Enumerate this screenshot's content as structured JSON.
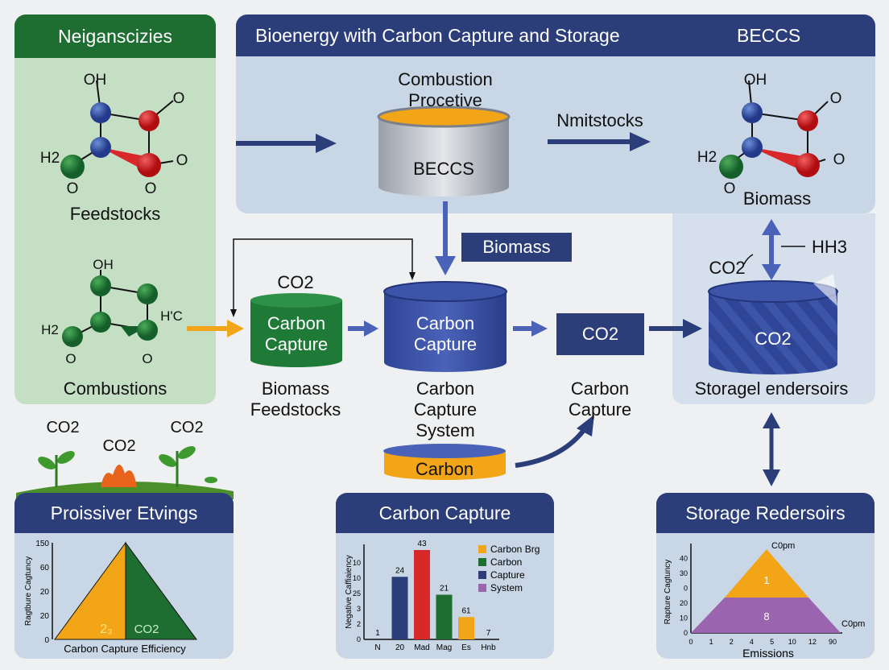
{
  "colors": {
    "navy": "#2c3e7a",
    "green": "#1e6e32",
    "orange": "#f2a516",
    "red": "#d8282a",
    "purple": "#9b64ae",
    "light_blue": "#c8d6e6",
    "light_green": "#c5dfc5"
  },
  "left_panel": {
    "title": "Neiganscizies",
    "molecule1": {
      "labels": [
        "OH",
        "O",
        "H2",
        "O",
        "O",
        "O"
      ],
      "caption": "Feedstocks"
    },
    "molecule2": {
      "labels": [
        "OH",
        "H'C",
        "H2",
        "O",
        "O"
      ],
      "caption": "Combustions"
    }
  },
  "top_panel": {
    "title": "Bioenergy with Carbon Capture and Storage",
    "badge": "BECCS",
    "combustion_label": "Combustion Procetive",
    "combustion_cylinder": "BECCS",
    "arrow_label": "Nmitstocks",
    "molecule": {
      "labels": [
        "OH",
        "O",
        "H2",
        "O",
        "O"
      ],
      "caption": "Biomass"
    }
  },
  "flow": {
    "biomass_box": "Biomass",
    "green_cylinder": "Carbon Capture",
    "green_cylinder_top": "CO2",
    "green_caption": "Biomass Feedstocks",
    "blue_cylinder": "Carbon Capture",
    "blue_caption": "Carbon Capture System",
    "carbon_cylinder": "Carbon",
    "co2_box": "CO2",
    "co2_caption": "Carbon Capture",
    "storage_cylinder": "CO2",
    "storage_caption": "Storagel endersoirs",
    "storage_co2": "CO2",
    "storage_hh": "HH3"
  },
  "plants": {
    "labels": [
      "CO2",
      "CO2",
      "CO2"
    ]
  },
  "bottom_panels": [
    {
      "title": "Proissiver Etvings"
    },
    {
      "title": "Carbon Capture"
    },
    {
      "title": "Storage Redersoirs"
    }
  ],
  "chart_data": [
    {
      "type": "area",
      "xlabel": "Carbon Capture Efficiency",
      "ylabel": "Ragtbure Cagtuncy",
      "yticks": [
        "0",
        "20",
        "20",
        "60",
        "150"
      ],
      "regions": [
        {
          "label": "2₃",
          "color": "#f2a516"
        },
        {
          "label": "CO2",
          "color": "#1e6e32"
        }
      ],
      "peak_level": 1.0,
      "grid": false
    },
    {
      "type": "bar",
      "ylabel": "Negative Caffiaiency",
      "categories": [
        "N",
        "20",
        "Mad",
        "Mag",
        "Es",
        "Hnb"
      ],
      "data_labels": [
        "1",
        "24",
        "43",
        "21",
        "61",
        "7"
      ],
      "levels": [
        0,
        0.7,
        1.0,
        0.5,
        0.25,
        0
      ],
      "bar_colors": [
        "#2c3e7a",
        "#2c3e7a",
        "#d8282a",
        "#1e6e32",
        "#f2a516",
        "#2c3e7a"
      ],
      "yticks": [
        "0",
        "2",
        "3",
        "25",
        "10",
        "10"
      ],
      "legend": [
        {
          "name": "Carbon Brg",
          "color": "#f2a516"
        },
        {
          "name": "Carbon",
          "color": "#1e6e32"
        },
        {
          "name": "Capture",
          "color": "#2c3e7a"
        },
        {
          "name": "System",
          "color": "#9b64ae"
        }
      ],
      "legend_position": "top-right",
      "grid": false
    },
    {
      "type": "area",
      "xlabel": "Emissions",
      "ylabel": "Rapture Cagtuncy",
      "xticks": [
        "0",
        "1",
        "2",
        "4",
        "5",
        "10",
        "12",
        "90"
      ],
      "yticks": [
        "0",
        "10",
        "20",
        "0",
        "30",
        "40"
      ],
      "bands": [
        {
          "label": "8",
          "color": "#9b64ae"
        },
        {
          "label": "1",
          "color": "#f2a516"
        }
      ],
      "annotations": [
        "C0pm",
        "C0pm"
      ],
      "grid": false
    }
  ]
}
